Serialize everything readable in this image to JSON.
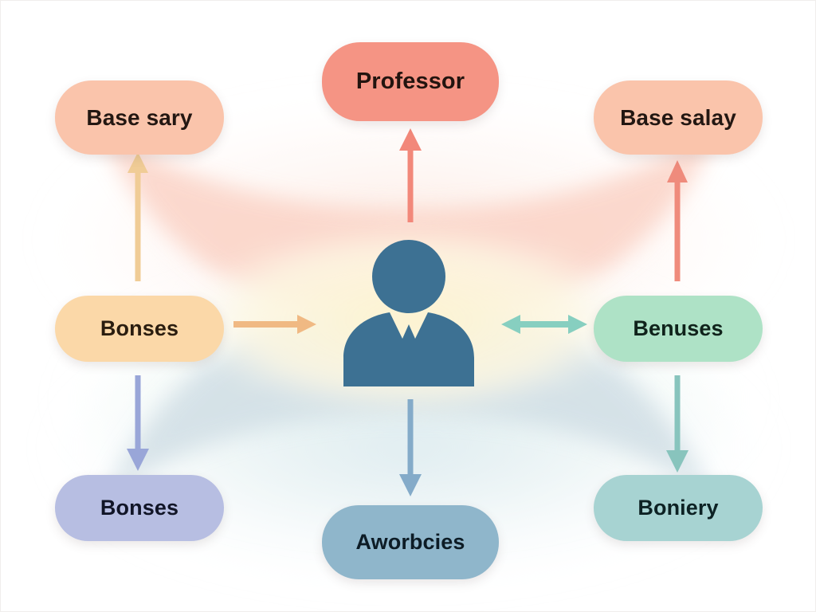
{
  "diagram": {
    "type": "radial-hub-and-spoke",
    "title_visible": false,
    "background": "#ffffff",
    "center": {
      "icon": "person-silhouette-icon",
      "icon_color": "#3d7193",
      "label": ""
    },
    "nodes": [
      {
        "id": "top-left",
        "label": "Base sary",
        "color": "#fac4ab",
        "text_color": "#231712",
        "position": "top-left"
      },
      {
        "id": "top-center",
        "label": "Professor",
        "color": "#f59484",
        "text_color": "#23140f",
        "position": "top-center"
      },
      {
        "id": "top-right",
        "label": "Base salay",
        "color": "#fac4ab",
        "text_color": "#231712",
        "position": "top-right"
      },
      {
        "id": "middle-left",
        "label": "Bonses",
        "color": "#fbd8a8",
        "text_color": "#2a1d0f",
        "position": "middle-left"
      },
      {
        "id": "middle-right",
        "label": "Benuses",
        "color": "#aee2c6",
        "text_color": "#10231b",
        "position": "middle-right"
      },
      {
        "id": "bottom-left",
        "label": "Bonses",
        "color": "#b7bee2",
        "text_color": "#111527",
        "position": "bottom-left"
      },
      {
        "id": "bottom-center",
        "label": "Aworbcies",
        "color": "#8fb6cb",
        "text_color": "#0d1c26",
        "position": "bottom-center"
      },
      {
        "id": "bottom-right",
        "label": "Boniery",
        "color": "#a7d3d2",
        "text_color": "#0d2224",
        "position": "bottom-right"
      }
    ],
    "arrows": [
      {
        "id": "arrow-left-up",
        "color": "#f0cc96",
        "direction": "up",
        "heads": 1
      },
      {
        "id": "arrow-center-up",
        "color": "#f2887a",
        "direction": "up",
        "heads": 1
      },
      {
        "id": "arrow-right-up",
        "color": "#ef8b7c",
        "direction": "up",
        "heads": 1
      },
      {
        "id": "arrow-middle-left-right",
        "color": "#f0b983",
        "direction": "right",
        "heads": 1
      },
      {
        "id": "arrow-middle-right-both",
        "color": "#87cfc0",
        "direction": "both",
        "heads": 2
      },
      {
        "id": "arrow-left-down",
        "color": "#99a6d8",
        "direction": "down",
        "heads": 1
      },
      {
        "id": "arrow-center-down",
        "color": "#84abc9",
        "direction": "down",
        "heads": 1
      },
      {
        "id": "arrow-right-down",
        "color": "#88c4bd",
        "direction": "down",
        "heads": 1
      }
    ],
    "background_shapes": [
      {
        "id": "top-lens",
        "color": "#fbd3c6"
      },
      {
        "id": "top-halo",
        "color": "#fdeee8"
      },
      {
        "id": "center-glow",
        "color": "#fdf6dc"
      },
      {
        "id": "mint-band",
        "color": "#e6f3ec"
      },
      {
        "id": "bottom-lens",
        "color": "#cfdde4"
      },
      {
        "id": "bottom-halo",
        "color": "#e2eef1"
      }
    ]
  }
}
